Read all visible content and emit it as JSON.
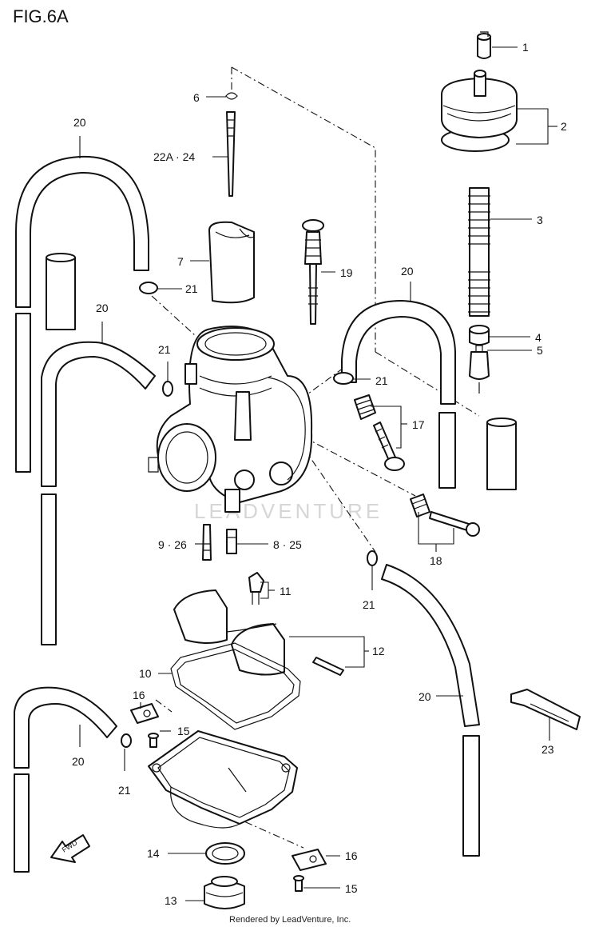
{
  "figure": {
    "title": "FIG.6A",
    "watermark": "LEADVENTURE",
    "credit": "Rendered by LeadVenture, Inc.",
    "fwd_label": "FWD"
  },
  "callouts": {
    "c1": "1",
    "c2": "2",
    "c3": "3",
    "c4": "4",
    "c5": "5",
    "c6": "6",
    "c7": "7",
    "c8_25": "8 · 25",
    "c9_26": "9 · 26",
    "c10": "10",
    "c11": "11",
    "c12": "12",
    "c13": "13",
    "c14": "14",
    "c15a": "15",
    "c15b": "15",
    "c16a": "16",
    "c16b": "16",
    "c17": "17",
    "c18": "18",
    "c19": "19",
    "c20a": "20",
    "c20b": "20",
    "c20c": "20",
    "c20d": "20",
    "c20e": "20",
    "c21a": "21",
    "c21b": "21",
    "c21c": "21",
    "c21d": "21",
    "c21e": "21",
    "c22a_24": "22A · 24",
    "c23": "23"
  },
  "colors": {
    "ink": "#111111",
    "background": "#ffffff",
    "watermark": "#d6d6d6"
  }
}
